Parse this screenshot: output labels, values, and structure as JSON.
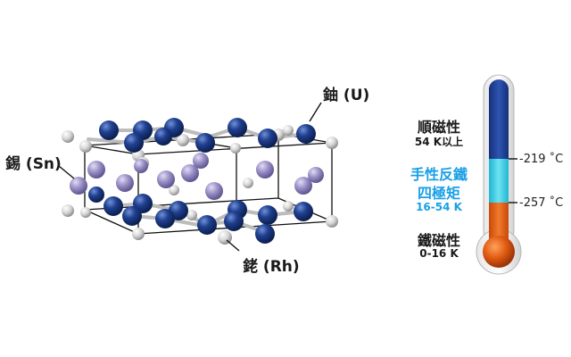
{
  "labels": {
    "uranium": "鈾 (U)",
    "tin": "錫 (Sn)",
    "rhodium": "銠 (Rh)"
  },
  "phases": [
    {
      "title": "順磁性",
      "sub": "54 K以上"
    },
    {
      "title_line1": "手性反鐵",
      "title_line2": "四極矩",
      "sub": "16-54 K"
    },
    {
      "title": "鐵磁性",
      "sub": "0-16 K"
    }
  ],
  "thermometer": {
    "marks": [
      "-219 ˚C",
      "-257 ˚C"
    ],
    "segments": [
      {
        "name": "paramagnetic",
        "color": "#1f3f8f"
      },
      {
        "name": "chiral-antiferro-quadrupole",
        "color": "#2ec8e0"
      },
      {
        "name": "ferromagnetic",
        "color": "#e05a12"
      }
    ]
  },
  "colors": {
    "uranium_atom": "#1b3d80",
    "tin_atom": "#9a90c6",
    "rhodium_atom": "#d8d8d8",
    "bond": "#bcbcbc",
    "cell_edge": "#111111",
    "accent_text": "#1aa0e6"
  }
}
